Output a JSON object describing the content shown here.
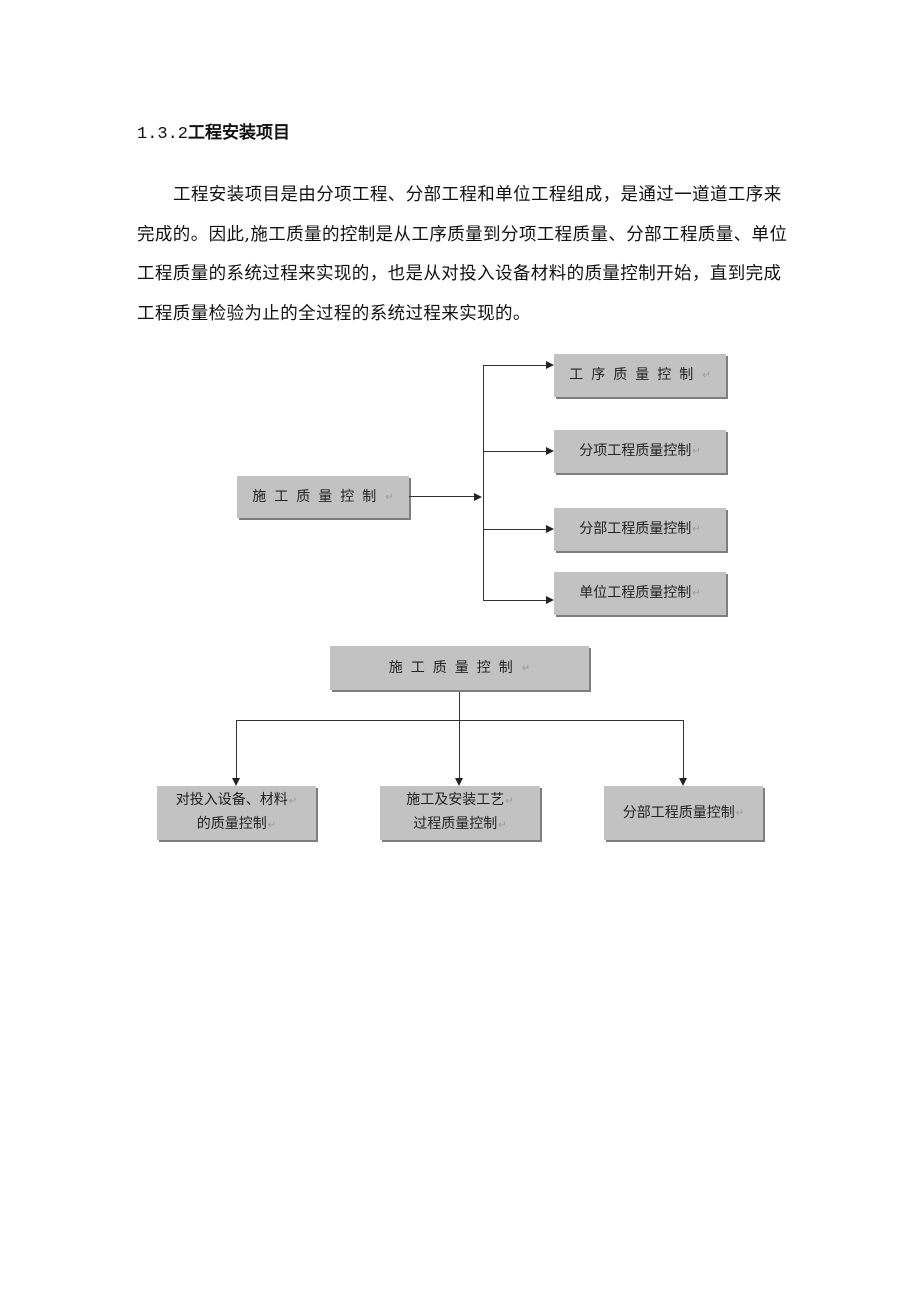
{
  "section": {
    "number": "1.3.2",
    "title": "工程安装项目"
  },
  "paragraph": "工程安装项目是由分项工程、分部工程和单位工程组成，是通过一道道工序来完成的。因此,施工质量的控制是从工序质量到分项工程质量、分部工程质量、单位工程质量的系统过程来实现的，也是从对投入设备材料的质量控制开始，直到完成工程质量检验为止的全过程的系统过程来实现的。",
  "return_mark": "↵",
  "diagram1": {
    "root": "施工质量控制",
    "children": [
      "工序质量控制",
      "分项工程质量控制",
      "分部工程质量控制",
      "单位工程质量控制"
    ]
  },
  "diagram2": {
    "root": "施工质量控制",
    "children": [
      {
        "line1": "对投入设备、材料",
        "line2": "的质量控制"
      },
      {
        "line1": "施工及安装工艺",
        "line2": "过程质量控制"
      },
      {
        "line1": "分部工程质量控制",
        "line2": ""
      }
    ]
  }
}
